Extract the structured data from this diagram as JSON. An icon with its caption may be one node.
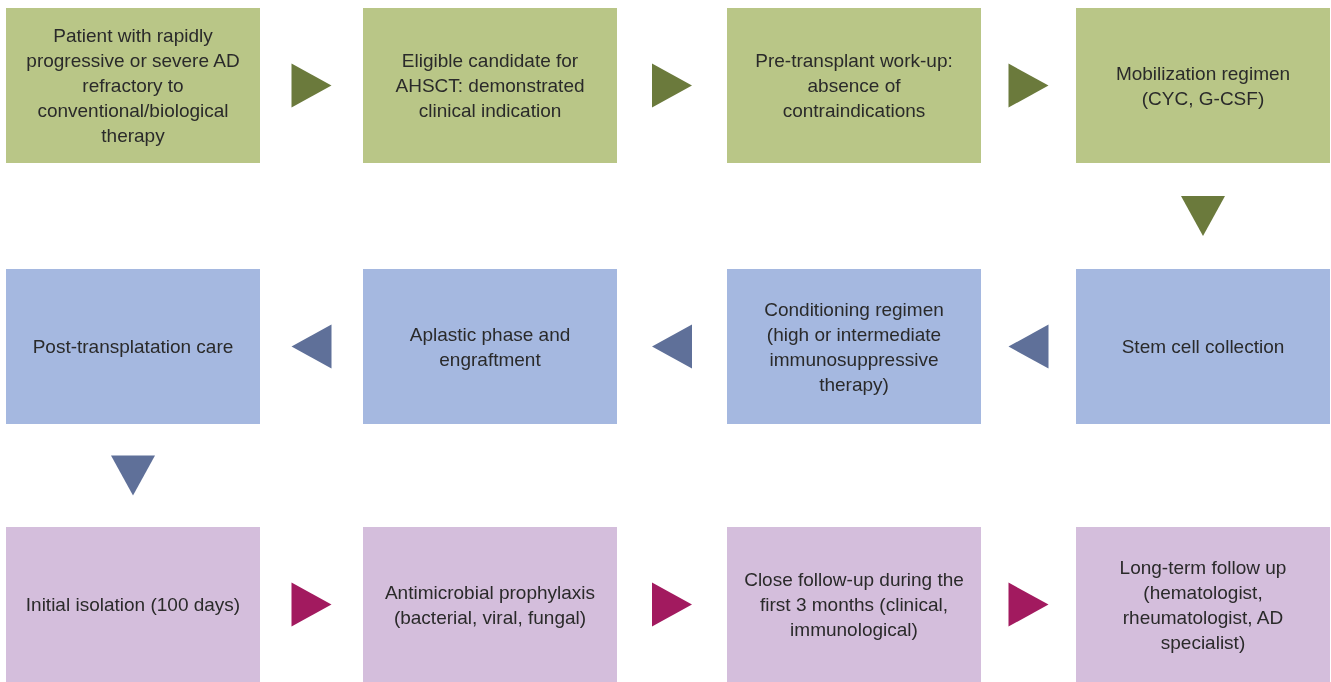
{
  "diagram": {
    "nodes": [
      {
        "text": [
          "Patient with rapidly progressive  or severe AD refractory to conventional/biological therapy"
        ]
      },
      {
        "text": [
          "Eligible candidate for AHSCT: demonstrated clinical indication"
        ]
      },
      {
        "text": [
          "Pre-transplant work-up: absence of contraindications"
        ]
      },
      {
        "text": [
          "Mobilization regimen (CYC, G-CSF)"
        ]
      },
      {
        "text": [
          "Post-transplatation care"
        ]
      },
      {
        "text": [
          "Aplastic phase and engraftment"
        ]
      },
      {
        "text": [
          "Conditioning regimen (high or intermediate immunosuppressive therapy)"
        ]
      },
      {
        "text": [
          "Stem cell collection"
        ]
      },
      {
        "text": [
          "Initial isolation (100 days)"
        ]
      },
      {
        "text": [
          "Antimicrobial prophylaxis (bacterial, viral, fungal)"
        ]
      },
      {
        "text": [
          "Close follow-up during the first 3 months (clinical, immunological)"
        ]
      },
      {
        "text": [
          "Long-term follow up (hematologist, rheumatologist, AD specialist)"
        ]
      }
    ],
    "edges": [
      {
        "from": 0,
        "to": 1,
        "arrow": "to"
      },
      {
        "from": 1,
        "to": 2,
        "arrow": "to"
      },
      {
        "from": 2,
        "to": 3,
        "arrow": "to"
      },
      {
        "from": 3,
        "to": 7,
        "arrow": "to"
      },
      {
        "from": 7,
        "to": 6,
        "arrow": "to",
        "color": "#5f7099"
      },
      {
        "from": 6,
        "to": 5,
        "arrow": "to",
        "color": "#5f7099"
      },
      {
        "from": 5,
        "to": 4,
        "arrow": "to",
        "color": "#5f7099"
      },
      {
        "from": 4,
        "to": 8,
        "arrow": "to",
        "color": "#5f7099"
      },
      {
        "from": 8,
        "to": 9,
        "arrow": "to",
        "color": "#a21a5f"
      },
      {
        "from": 9,
        "to": 10,
        "arrow": "to",
        "color": "#a21a5f"
      },
      {
        "from": 10,
        "to": 11,
        "arrow": "to",
        "color": "#a21a5f"
      }
    ]
  }
}
